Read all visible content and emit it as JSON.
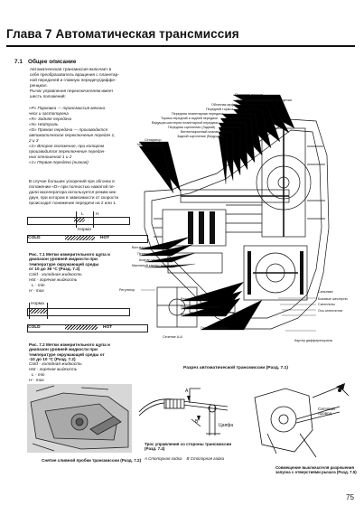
{
  "header": {
    "title": "Глава 7 Автоматическая трансмиссия"
  },
  "section": {
    "number": "7.1",
    "title": "Общее описание"
  },
  "intro": [
    "Автоматическая трансмиссия включает в",
    "себя преобразователь вращения с планетар-",
    "ной передачей и главную передачу/диффе-",
    "ренциал.",
    "Рычаг управления переключателем имеет",
    "шесть положений:"
  ],
  "positions": [
    "«Р» Парковка — трансмиссия механи-",
    "ческ и застопорена",
    "«R» Задняя передача",
    "«N» Нейтраль",
    "«D» Прямая передача — производится",
    "автоматическое переключение передач 1,",
    "2 и 3",
    "«2» Второе положение, при котором",
    "производится переключение передач-",
    "ных отношений 1 и 2",
    "«1» Первая передача (низкая)"
  ],
  "acceleration": [
    "В случае больших ускорений при обгонах в",
    "положении «D» при полностью нажатой пе-",
    "дали акселератора используется режим кик-",
    "даун, при котором в зависимости от скорости",
    "происходит понижение передачи на 2 или 1."
  ],
  "dipstick1": {
    "l": "L",
    "h": "H",
    "norm": "Норма",
    "cold": "COLD",
    "hot": "HOT",
    "caption": [
      "Рис. 7.1 Метки измерительного щупа и",
      "диапазон уровней жидкости при",
      "температуре окружающей среды",
      "от 10 до 36 °С (Разд. 7.2)"
    ],
    "notes": [
      "Cold - холодная жидкость",
      "Hot - горячая жидкость",
      "L - min",
      "H - max"
    ]
  },
  "dipstick2": {
    "norm": "Норма",
    "cold": "COLD",
    "hot": "HOT",
    "caption": [
      "Рис. 7.2 Метки измерительного щупа и",
      "диапазон уровней жидкости при",
      "температуре окружающей среды от",
      "-10 до 10 °С (Разд. 7.2)"
    ],
    "notes": [
      "Cold - холодная жидкость",
      "Hot - горячая жидкость",
      "L - min",
      "H - max"
    ]
  },
  "fig_transmission": {
    "caption": "Разрез автоматической трансмиссии (Разд. 7.1)",
    "callouts": [
      "Передняя крышка",
      "Корпус преобразователя вращения",
      "Обгонная муфта",
      "Передний тормоз",
      "Передняя планетарная передача",
      "Тормоз передний и задней передачи",
      "Ведущая шестерня планетарной передачи",
      "Передняя сцепление (Задний)",
      "Вентиляционный клапан",
      "Задний сцепление (Ведущей)",
      "Сепаратор",
      "Масляный насос",
      "Вал масляного насоса",
      "Первичный вал",
      "Клапан управления",
      "Масляный картер трансмиссии",
      "Регулятор",
      "Вторичный вал",
      "Промежуточная шестерня",
      "Ведомая шестерня",
      "Главная передача",
      "Сальники",
      "Картер дифференциала",
      "Сателлиты",
      "Боковые шестерни",
      "Ось сателлитов",
      "Сечение А-А"
    ]
  },
  "fig_filler": {
    "caption": "Снятие сливной пробки трансмиссии (Разд. 7.2)"
  },
  "fig_cable": {
    "caption": "Трос управления со стороны трансмиссии (Разд. 7.4)",
    "labels": {
      "a": "A",
      "b": "B",
      "nut": "Цапфа"
    },
    "legend": "A Стопорная гайка    B Стопорная гайка"
  },
  "fig_switch": {
    "label": "Силовой провод",
    "caption": "Совмещение выключателя разрешения запуска с отверстиями рычага (Разд. 7.5)"
  },
  "page_number": "75"
}
